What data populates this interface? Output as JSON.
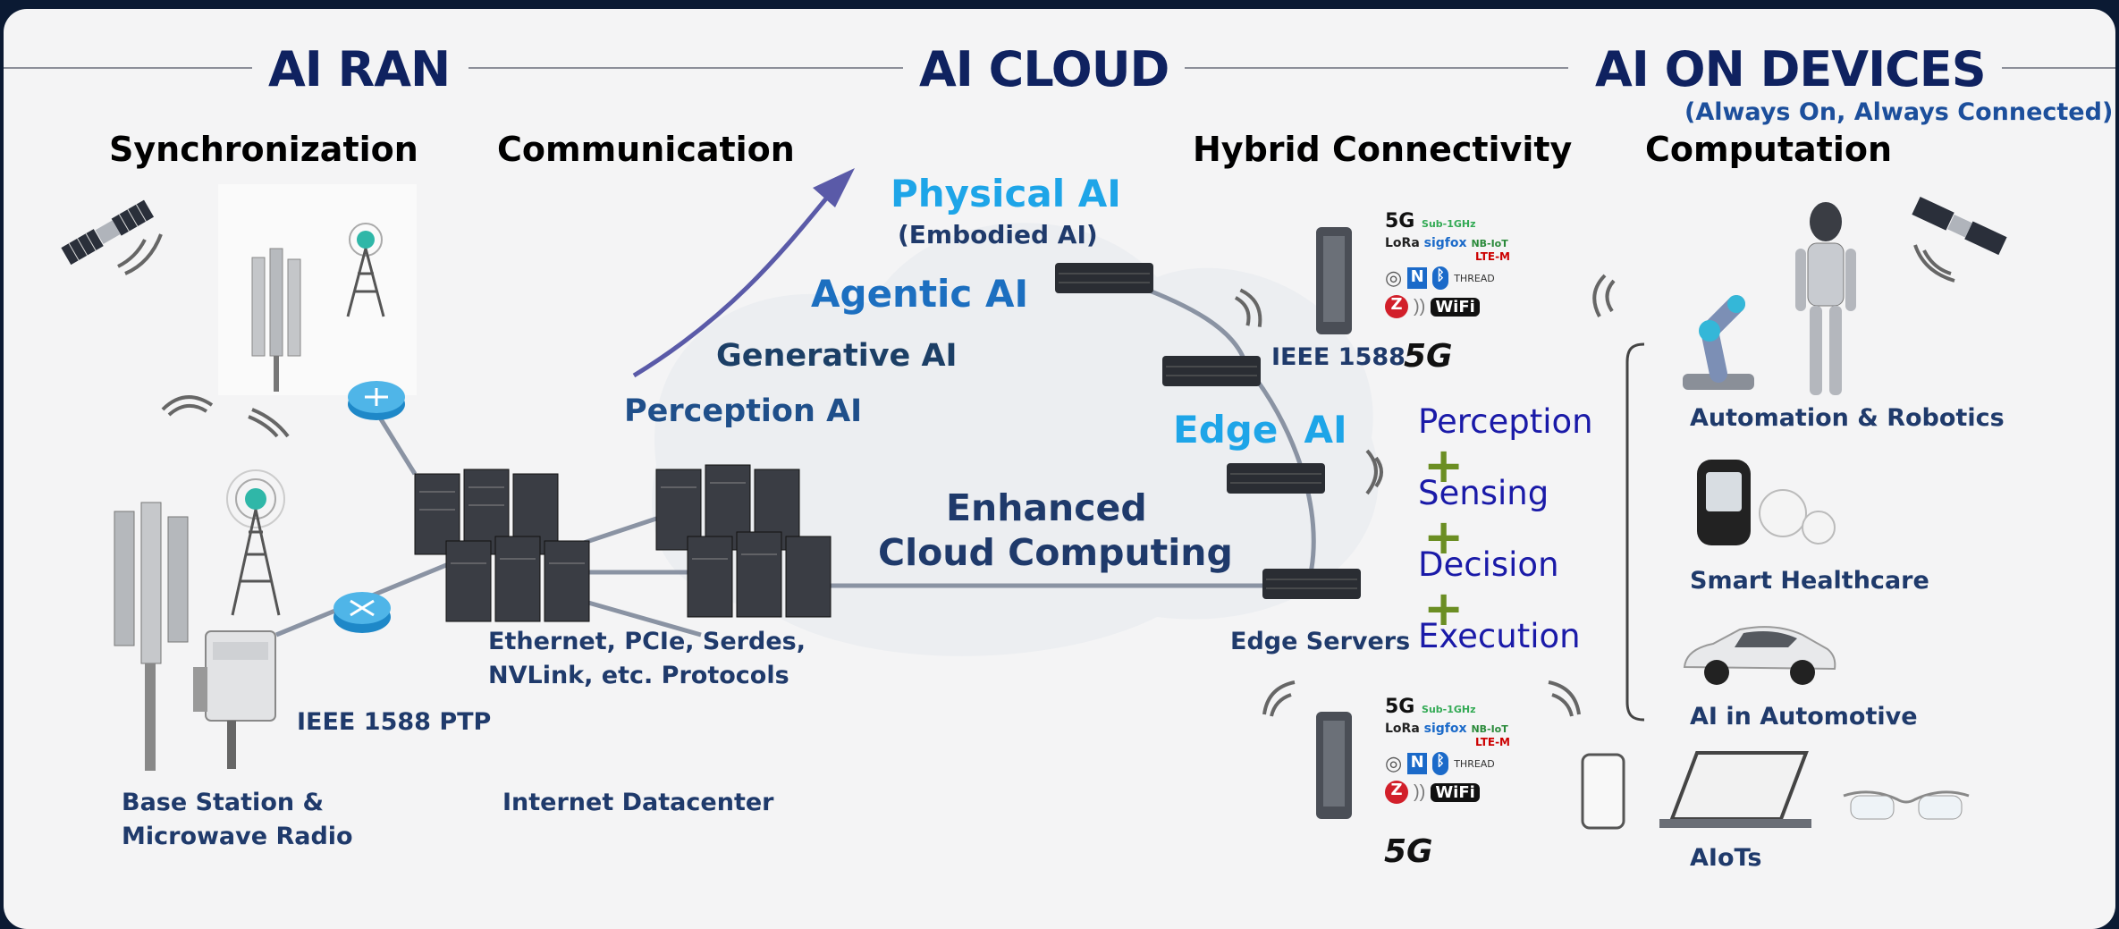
{
  "sections": {
    "ai_ran": "AI RAN",
    "ai_cloud": "AI CLOUD",
    "ai_on_devices": "AI ON DEVICES",
    "ai_on_devices_sub": "(Always On, Always Connected)"
  },
  "subheads": {
    "synchronization": "Synchronization",
    "communication": "Communication",
    "hybrid_connectivity": "Hybrid Connectivity",
    "computation": "Computation"
  },
  "ai_evolution": {
    "physical_ai": "Physical AI",
    "embodied_ai": "(Embodied AI)",
    "agentic_ai": "Agentic AI",
    "generative_ai": "Generative AI",
    "perception_ai": "Perception AI",
    "edge_ai": "Edge  AI",
    "enhanced_line1": "Enhanced",
    "enhanced_line2": "Cloud Computing"
  },
  "labels": {
    "ieee_ptp": "IEEE 1588 PTP",
    "ieee_1588": "IEEE 1588",
    "protocols_line1": "Ethernet, PCIe, Serdes,",
    "protocols_line2": "NVLink, etc. Protocols",
    "internet_datacenter": "Internet Datacenter",
    "base_station_line1": "Base Station &",
    "base_station_line2": "Microwave Radio",
    "edge_servers": "Edge Servers"
  },
  "pipeline": [
    "Perception",
    "Sensing",
    "Decision",
    "Execution"
  ],
  "plus_sign": "+",
  "devices": {
    "automation": "Automation & Robotics",
    "healthcare": "Smart Healthcare",
    "automotive": "AI in Automotive",
    "aiots": "AIoTs"
  },
  "connectivity_logos": {
    "fiveg": "5G",
    "subghz": "Sub-1GHz",
    "lora": "LoRa",
    "sigfox": "sigfox",
    "nbiot": "NB-IoT",
    "lte": "LTE-M",
    "thread": "THREAD",
    "wifi": "WiFi",
    "fiveg_large": "5G"
  },
  "colors": {
    "title": "#0f2260",
    "label": "#1f3a6b",
    "physical_ai": "#1ea5e8",
    "agentic_ai": "#1c6fc0",
    "generative_ai": "#1c3f66",
    "pipeline": "#1a1aa8",
    "plus": "#6b8e23"
  }
}
